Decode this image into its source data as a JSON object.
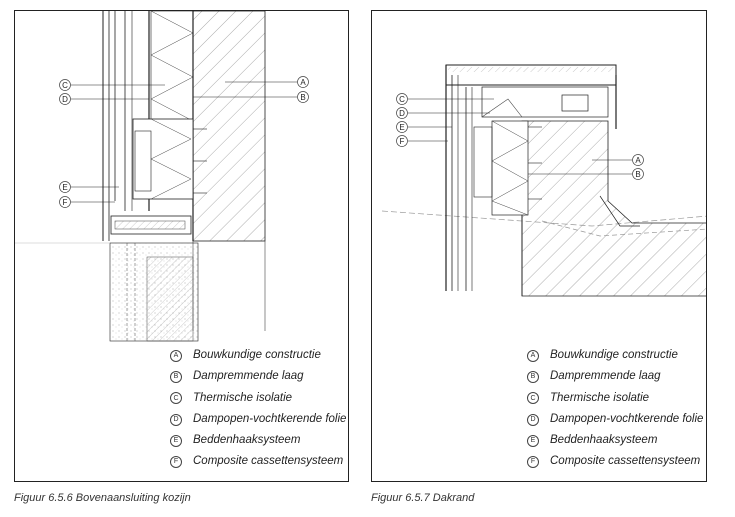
{
  "legend_items": [
    {
      "key": "A",
      "label": "Bouwkundige constructie"
    },
    {
      "key": "B",
      "label": "Dampremmende laag"
    },
    {
      "key": "C",
      "label": "Thermische isolatie"
    },
    {
      "key": "D",
      "label": "Dampopen-vochtkerende folie"
    },
    {
      "key": "E",
      "label": "Beddenhaaksysteem"
    },
    {
      "key": "F",
      "label": "Composite cassettensysteem"
    }
  ],
  "figure_left": {
    "caption": "Figuur 6.5.6 Bovenaansluiting kozijn",
    "callouts_left": [
      "C",
      "D",
      "E",
      "F"
    ],
    "callouts_right": [
      "A",
      "B"
    ]
  },
  "figure_right": {
    "caption": "Figuur 6.5.7 Dakrand",
    "callouts_left": [
      "C",
      "D",
      "E",
      "F"
    ],
    "callouts_right": [
      "A",
      "B"
    ]
  }
}
